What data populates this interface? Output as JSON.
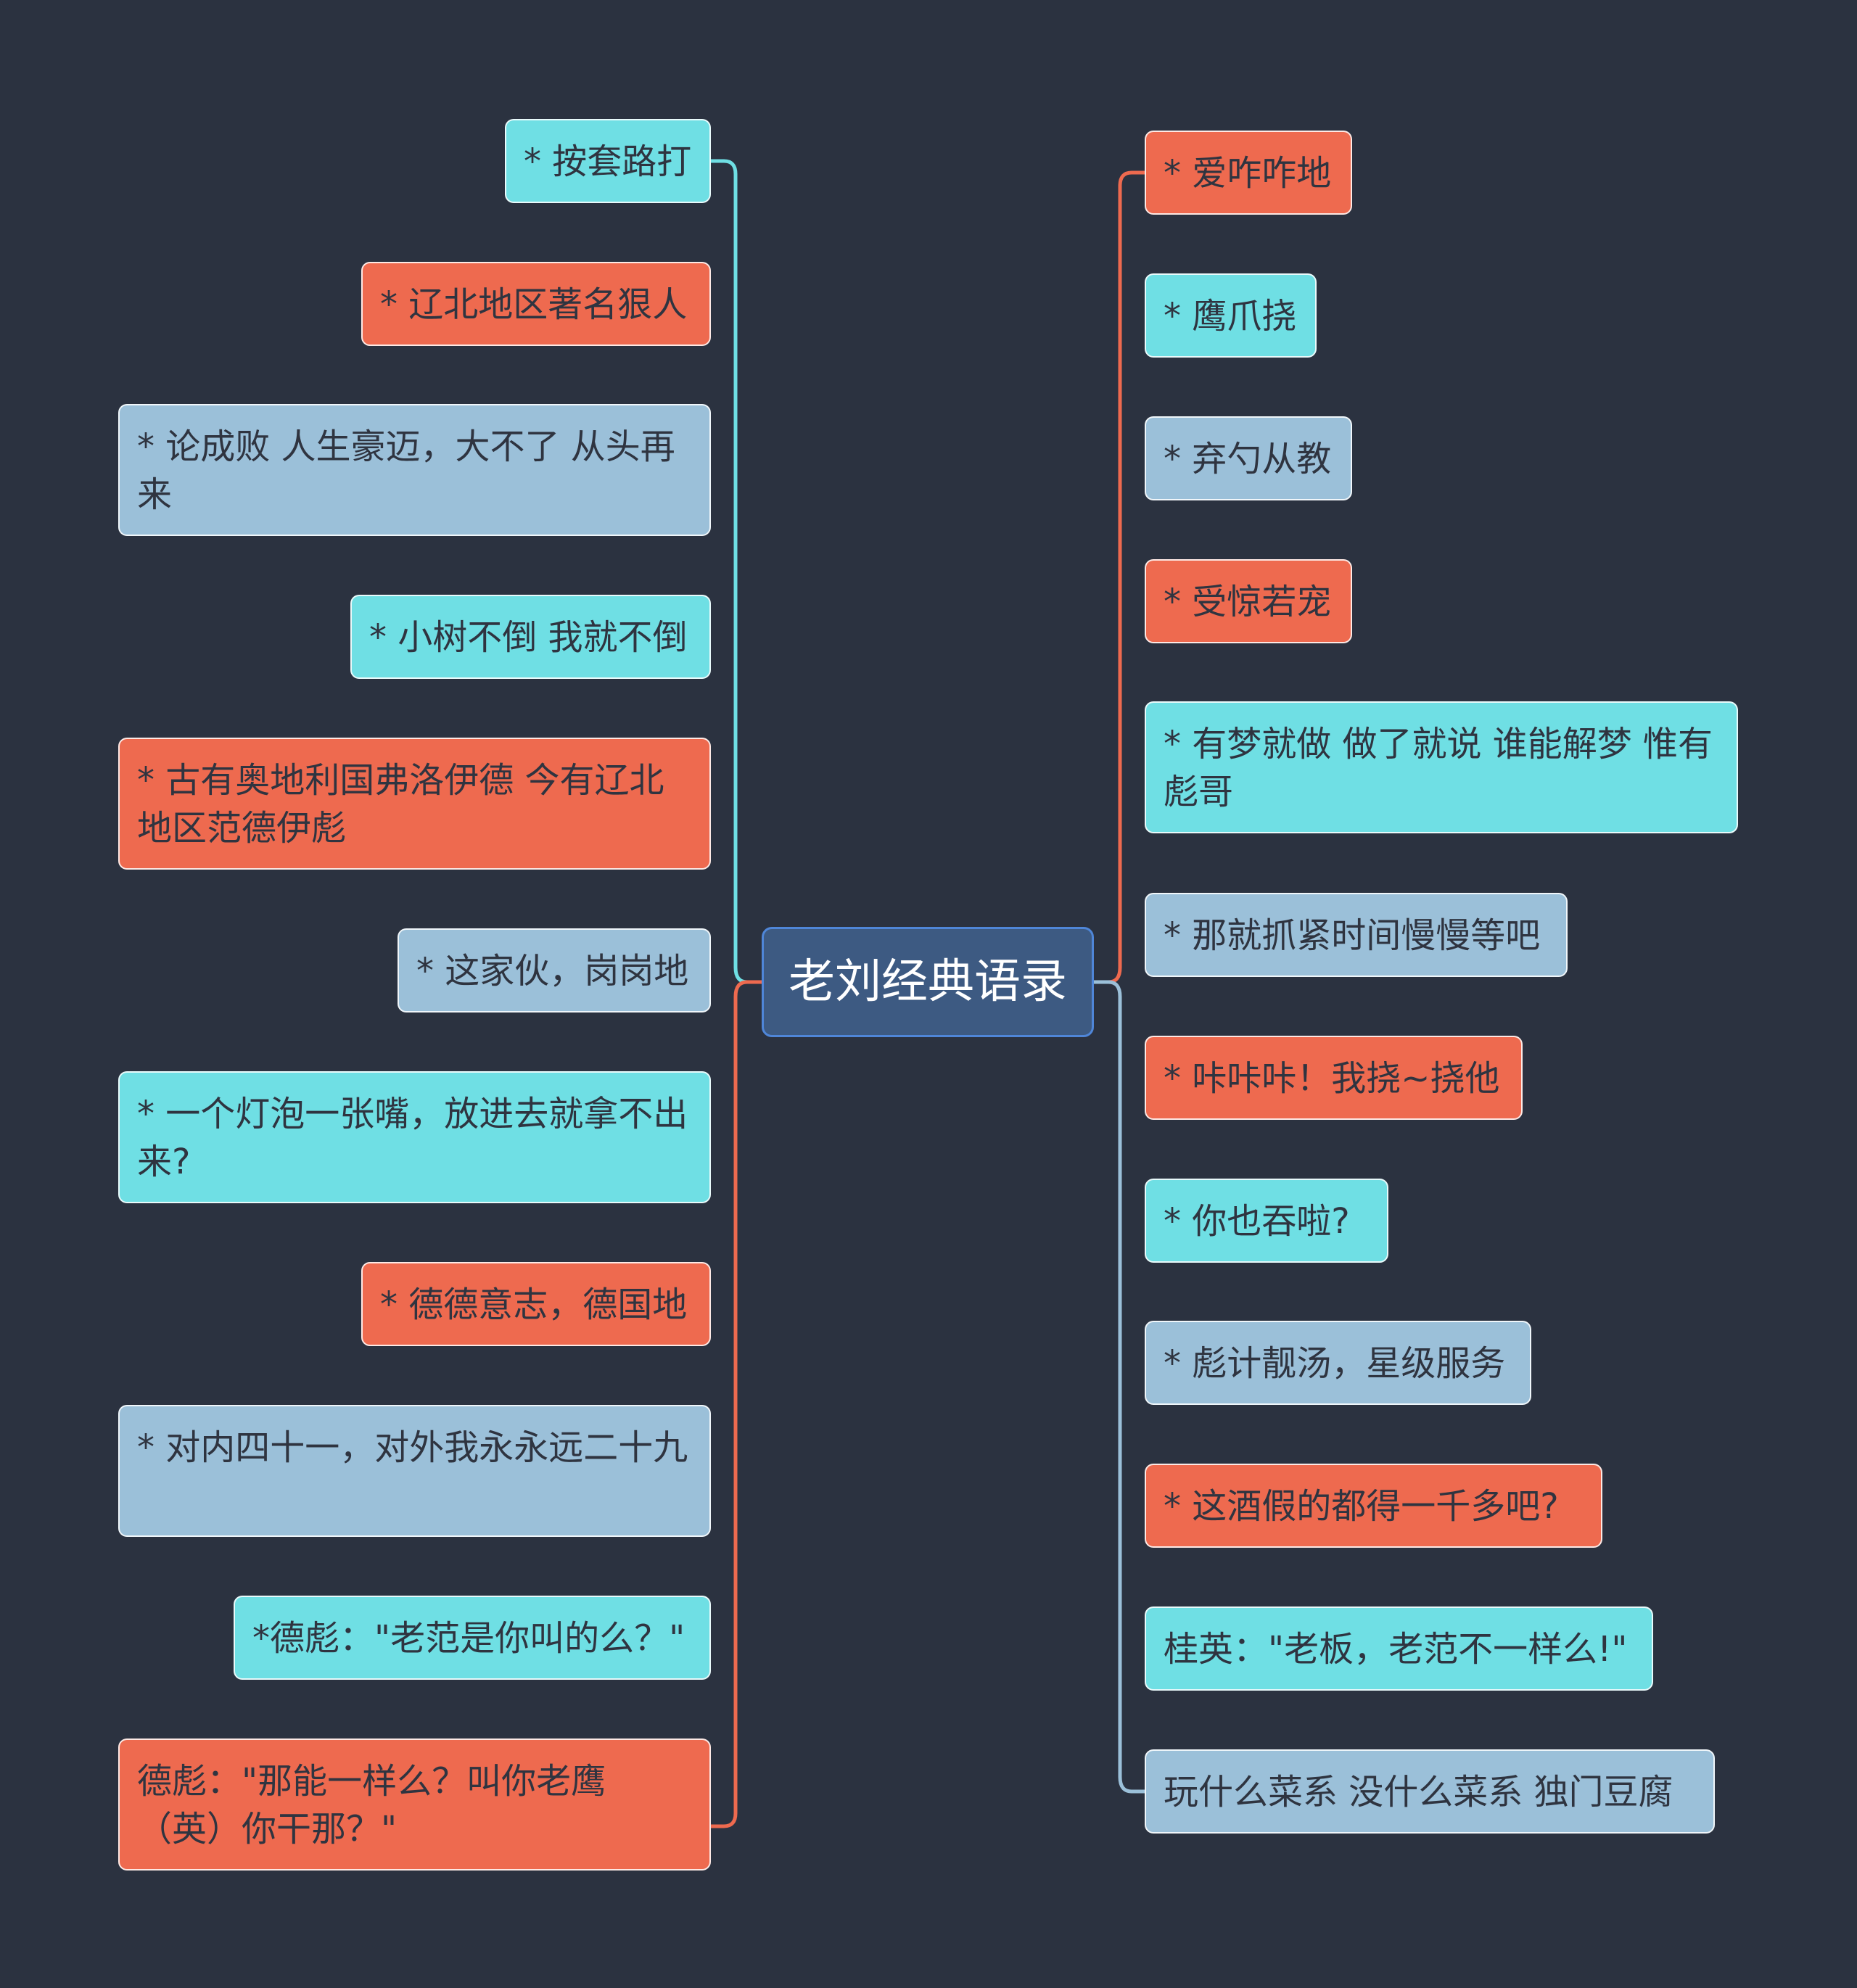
{
  "central": {
    "label": "老刘经典语录"
  },
  "colors": {
    "background": "#2b3240",
    "central_fill": "#3d5a82",
    "central_border": "#4f86d8",
    "cyan": "#6fdfe4",
    "orange": "#ee6a4f",
    "blue": "#9bc0d9"
  },
  "left_upper": [
    {
      "label": "* 按套路打",
      "color": "cyan"
    },
    {
      "label": "* 辽北地区著名狠人",
      "color": "orange"
    },
    {
      "label": "* 论成败 人生豪迈，大不了 从头再来",
      "color": "blue"
    },
    {
      "label": "* 小树不倒 我就不倒",
      "color": "cyan"
    },
    {
      "label": "* 古有奥地利国弗洛伊德 今有辽北地区范德伊彪",
      "color": "orange"
    },
    {
      "label": "* 这家伙，岗岗地",
      "color": "blue"
    }
  ],
  "left_lower": [
    {
      "label": "* 一个灯泡一张嘴，放进去就拿不出来?",
      "color": "cyan"
    },
    {
      "label": "* 德德意志，德国地",
      "color": "orange"
    },
    {
      "label": "* 对内四十一，对外我永永远二十九",
      "color": "blue"
    },
    {
      "label": "*德彪：\"老范是你叫的么？\"",
      "color": "cyan"
    },
    {
      "label": "德彪：\"那能一样么？叫你老鹰（英）你干那？\"",
      "color": "orange"
    }
  ],
  "right_upper": [
    {
      "label": "* 爱咋咋地",
      "color": "orange"
    },
    {
      "label": "* 鹰爪挠",
      "color": "cyan"
    },
    {
      "label": "* 弃勺从教",
      "color": "blue"
    },
    {
      "label": "* 受惊若宠",
      "color": "orange"
    },
    {
      "label": "* 有梦就做 做了就说 谁能解梦 惟有彪哥",
      "color": "cyan"
    },
    {
      "label": "* 那就抓紧时间慢慢等吧",
      "color": "blue"
    }
  ],
  "right_lower": [
    {
      "label": "* 咔咔咔！我挠~挠他",
      "color": "orange"
    },
    {
      "label": "* 你也吞啦?",
      "color": "cyan"
    },
    {
      "label": "* 彪计靓汤，星级服务",
      "color": "blue"
    },
    {
      "label": "* 这酒假的都得一千多吧?",
      "color": "orange"
    },
    {
      "label": "桂英：\"老板，老范不一样么!\"",
      "color": "cyan"
    },
    {
      "label": "玩什么菜系  没什么菜系 独门豆腐",
      "color": "blue"
    }
  ]
}
